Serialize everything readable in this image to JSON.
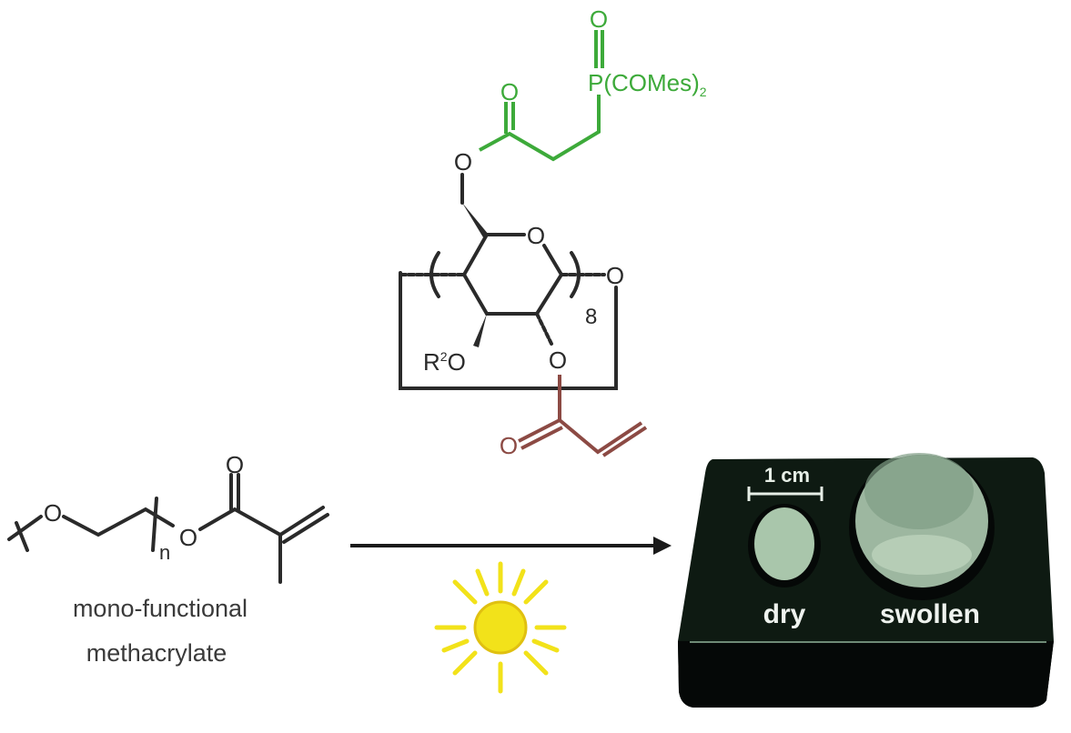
{
  "colors": {
    "black": "#2a2a2a",
    "green": "#3daa3a",
    "brown": "#8c4a44",
    "sun": "#f2e21a",
    "photo_bg": "#0e1a12"
  },
  "crosslinker": {
    "phosphine_oxide_O": "O",
    "phosphine_label": "P(COMes)",
    "phosphine_sub": "2",
    "ester_carbonyl_O": "O",
    "ester_O": "O",
    "ring_O": "O",
    "glycosidic_O": "O",
    "repeat_count": "8",
    "r2o_R": "R",
    "r2o_sup": "2",
    "r2o_O": "O",
    "acrylate_O": "O",
    "acrylate_carbonyl_O": "O"
  },
  "monomer": {
    "peg_O": "O",
    "repeat_n": "n",
    "ester_O": "O",
    "carbonyl_O": "O",
    "label_line1": "mono-functional",
    "label_line2": "methacrylate"
  },
  "reaction": {
    "arrow": "right-arrow",
    "condition_icon": "sun-icon"
  },
  "photo": {
    "scale_bar_label": "1 cm",
    "dry_label": "dry",
    "swollen_label": "swollen"
  }
}
